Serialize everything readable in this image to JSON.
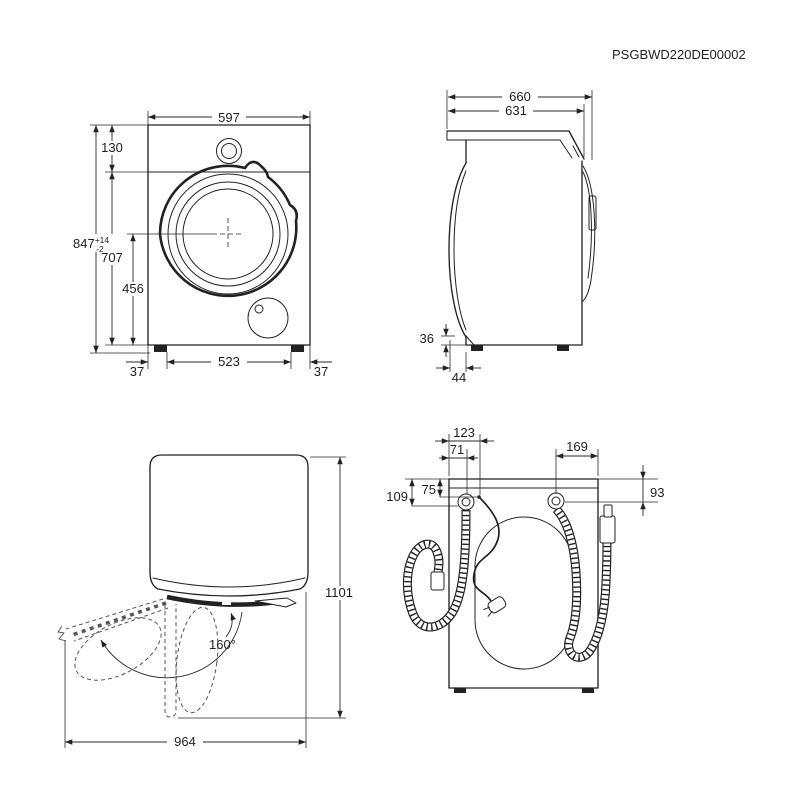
{
  "page": {
    "code": "PSGBWD220DE00002",
    "background": "#ffffff",
    "line_color": "#222222"
  },
  "front_view": {
    "dims": {
      "width": "597",
      "panel_height": "130",
      "below_panel_height": "707",
      "total_height": "847",
      "total_height_tol_up": "+14",
      "total_height_tol_down": "-2",
      "door_center_from_floor": "456",
      "foot_inset_left": "37",
      "feet_spacing": "523",
      "foot_inset_right": "37"
    }
  },
  "side_view": {
    "dims": {
      "overall_depth": "660",
      "lid_depth": "631",
      "door_floor_gap": "36",
      "front_offset": "44"
    }
  },
  "top_view": {
    "dims": {
      "open_depth": "1101",
      "open_width": "964",
      "door_angle": "160°"
    }
  },
  "rear_view": {
    "dims": {
      "cord_from_left": "123",
      "drain_from_left": "71",
      "inlet_span": "169",
      "drain_below_top": "109",
      "cord_below_top": "75",
      "inlet_below_top": "93"
    }
  }
}
